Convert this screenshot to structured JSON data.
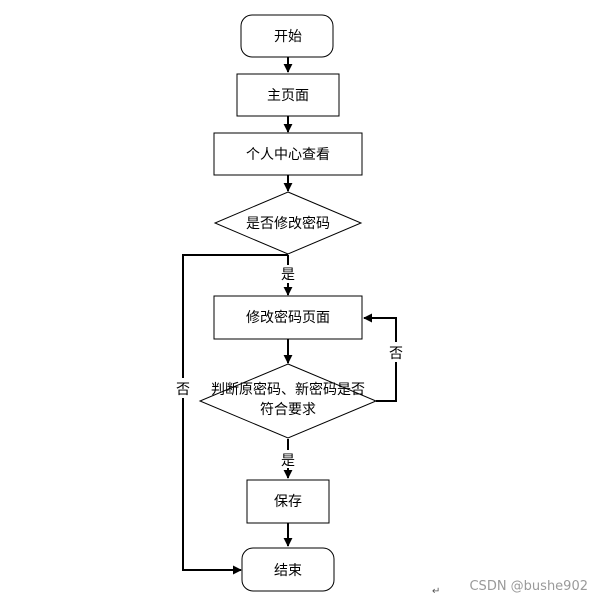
{
  "flowchart": {
    "nodes": {
      "start": "开始",
      "home": "主页面",
      "profile": "个人中心查看",
      "decide_modify": "是否修改密码",
      "modify_page": "修改密码页面",
      "check_line1": "判断原密码、新密码是否",
      "check_line2": "符合要求",
      "save": "保存",
      "end": "结束"
    },
    "edges": {
      "yes_modify": "是",
      "no_modify": "否",
      "no_check": "否",
      "yes_check": "是"
    }
  },
  "footer": {
    "watermark": "CSDN @bushe902",
    "paragraph_mark": "↵"
  }
}
